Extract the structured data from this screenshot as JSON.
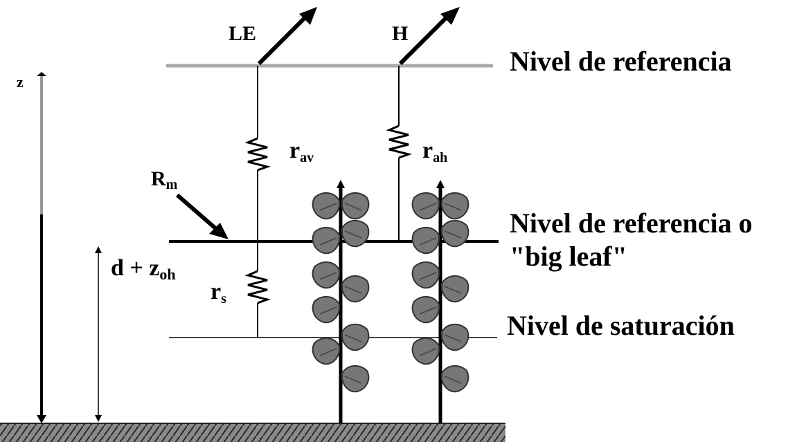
{
  "labels": {
    "z": "z",
    "le": "LE",
    "h": "H",
    "r_av": {
      "base": "r",
      "sub": "av"
    },
    "r_ah": {
      "base": "r",
      "sub": "ah"
    },
    "r_m": {
      "base": "R",
      "sub": "m"
    },
    "r_s": {
      "base": "r",
      "sub": "s"
    },
    "height": {
      "base": "d + z",
      "sub": "oh"
    }
  },
  "levels": {
    "reference": "Nivel de referencia",
    "big_leaf_line1": "Nivel de referencia o",
    "big_leaf_line2": "\"big leaf\"",
    "saturation": "Nivel de saturación"
  }
}
